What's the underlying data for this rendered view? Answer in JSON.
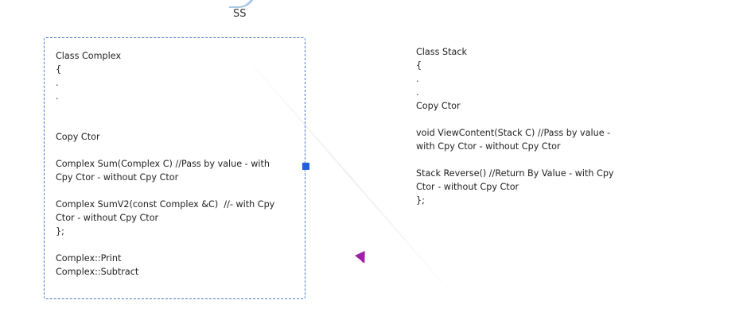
{
  "top_label": "SS",
  "left_note": {
    "lines": [
      "Class Complex",
      "{",
      ".",
      ".",
      "",
      "",
      "Copy Ctor",
      "",
      "Complex Sum(Complex C) //Pass by value - with",
      "Cpy Ctor - without Cpy Ctor",
      "",
      "Complex SumV2(const Complex &C)  //- with Cpy",
      "Ctor - without Cpy Ctor",
      "};",
      "",
      "Complex::Print",
      "Complex::Subtract"
    ],
    "text": "Class Complex\n{\n.\n.\n\n\nCopy Ctor\n\nComplex Sum(Complex C) //Pass by value - with\nCpy Ctor - without Cpy Ctor\n\nComplex SumV2(const Complex &C)  //- with Cpy\nCtor - without Cpy Ctor\n};\n\nComplex::Print\nComplex::Subtract"
  },
  "right_note": {
    "text": "Class Stack\n{\n.\n.\nCopy Ctor\n\nvoid ViewContent(Stack C) //Pass by value -\nwith Cpy Ctor - without Cpy Ctor\n\nStack Reverse() //Return By Value - with Cpy\nCtor - without Cpy Ctor\n};"
  },
  "colors": {
    "selection_border": "#4a76c9",
    "resize_handle": "#1f5fe0",
    "cursor": "#a020a8"
  },
  "icons": {
    "cursor": "mouse-pointer-icon",
    "handle": "resize-handle-icon"
  }
}
